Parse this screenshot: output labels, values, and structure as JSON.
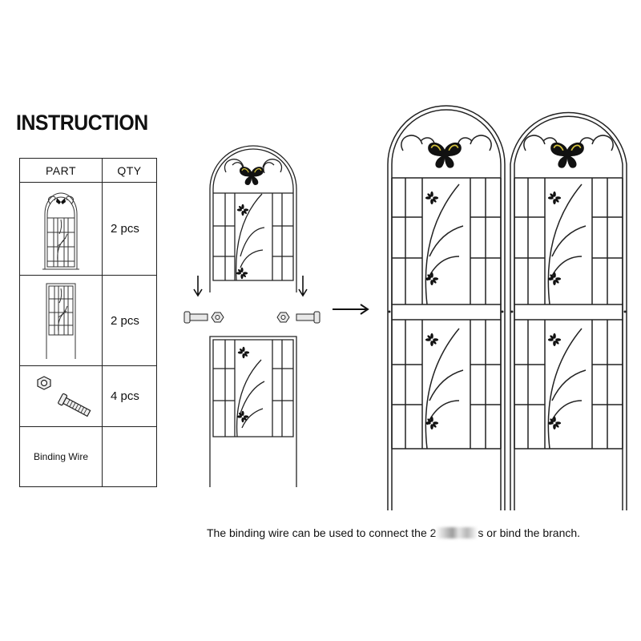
{
  "title": "INSTRUCTION",
  "table": {
    "headers": [
      "PART",
      "QTY"
    ],
    "rows": [
      {
        "part_icon": "top-trellis-panel-icon",
        "qty": "2 pcs"
      },
      {
        "part_icon": "bottom-trellis-panel-icon",
        "qty": "2 pcs"
      },
      {
        "part_icon": "nut-and-bolt-icon",
        "qty": "4 pcs"
      },
      {
        "part_label": "Binding Wire",
        "qty": ""
      }
    ]
  },
  "diagram": {
    "assembly_icon": "assembly-arrows-icon",
    "result_icon": "assembled-trellis-pair-icon"
  },
  "note": {
    "before": "The binding wire can be used to connect the 2",
    "after": "s or bind the branch."
  }
}
